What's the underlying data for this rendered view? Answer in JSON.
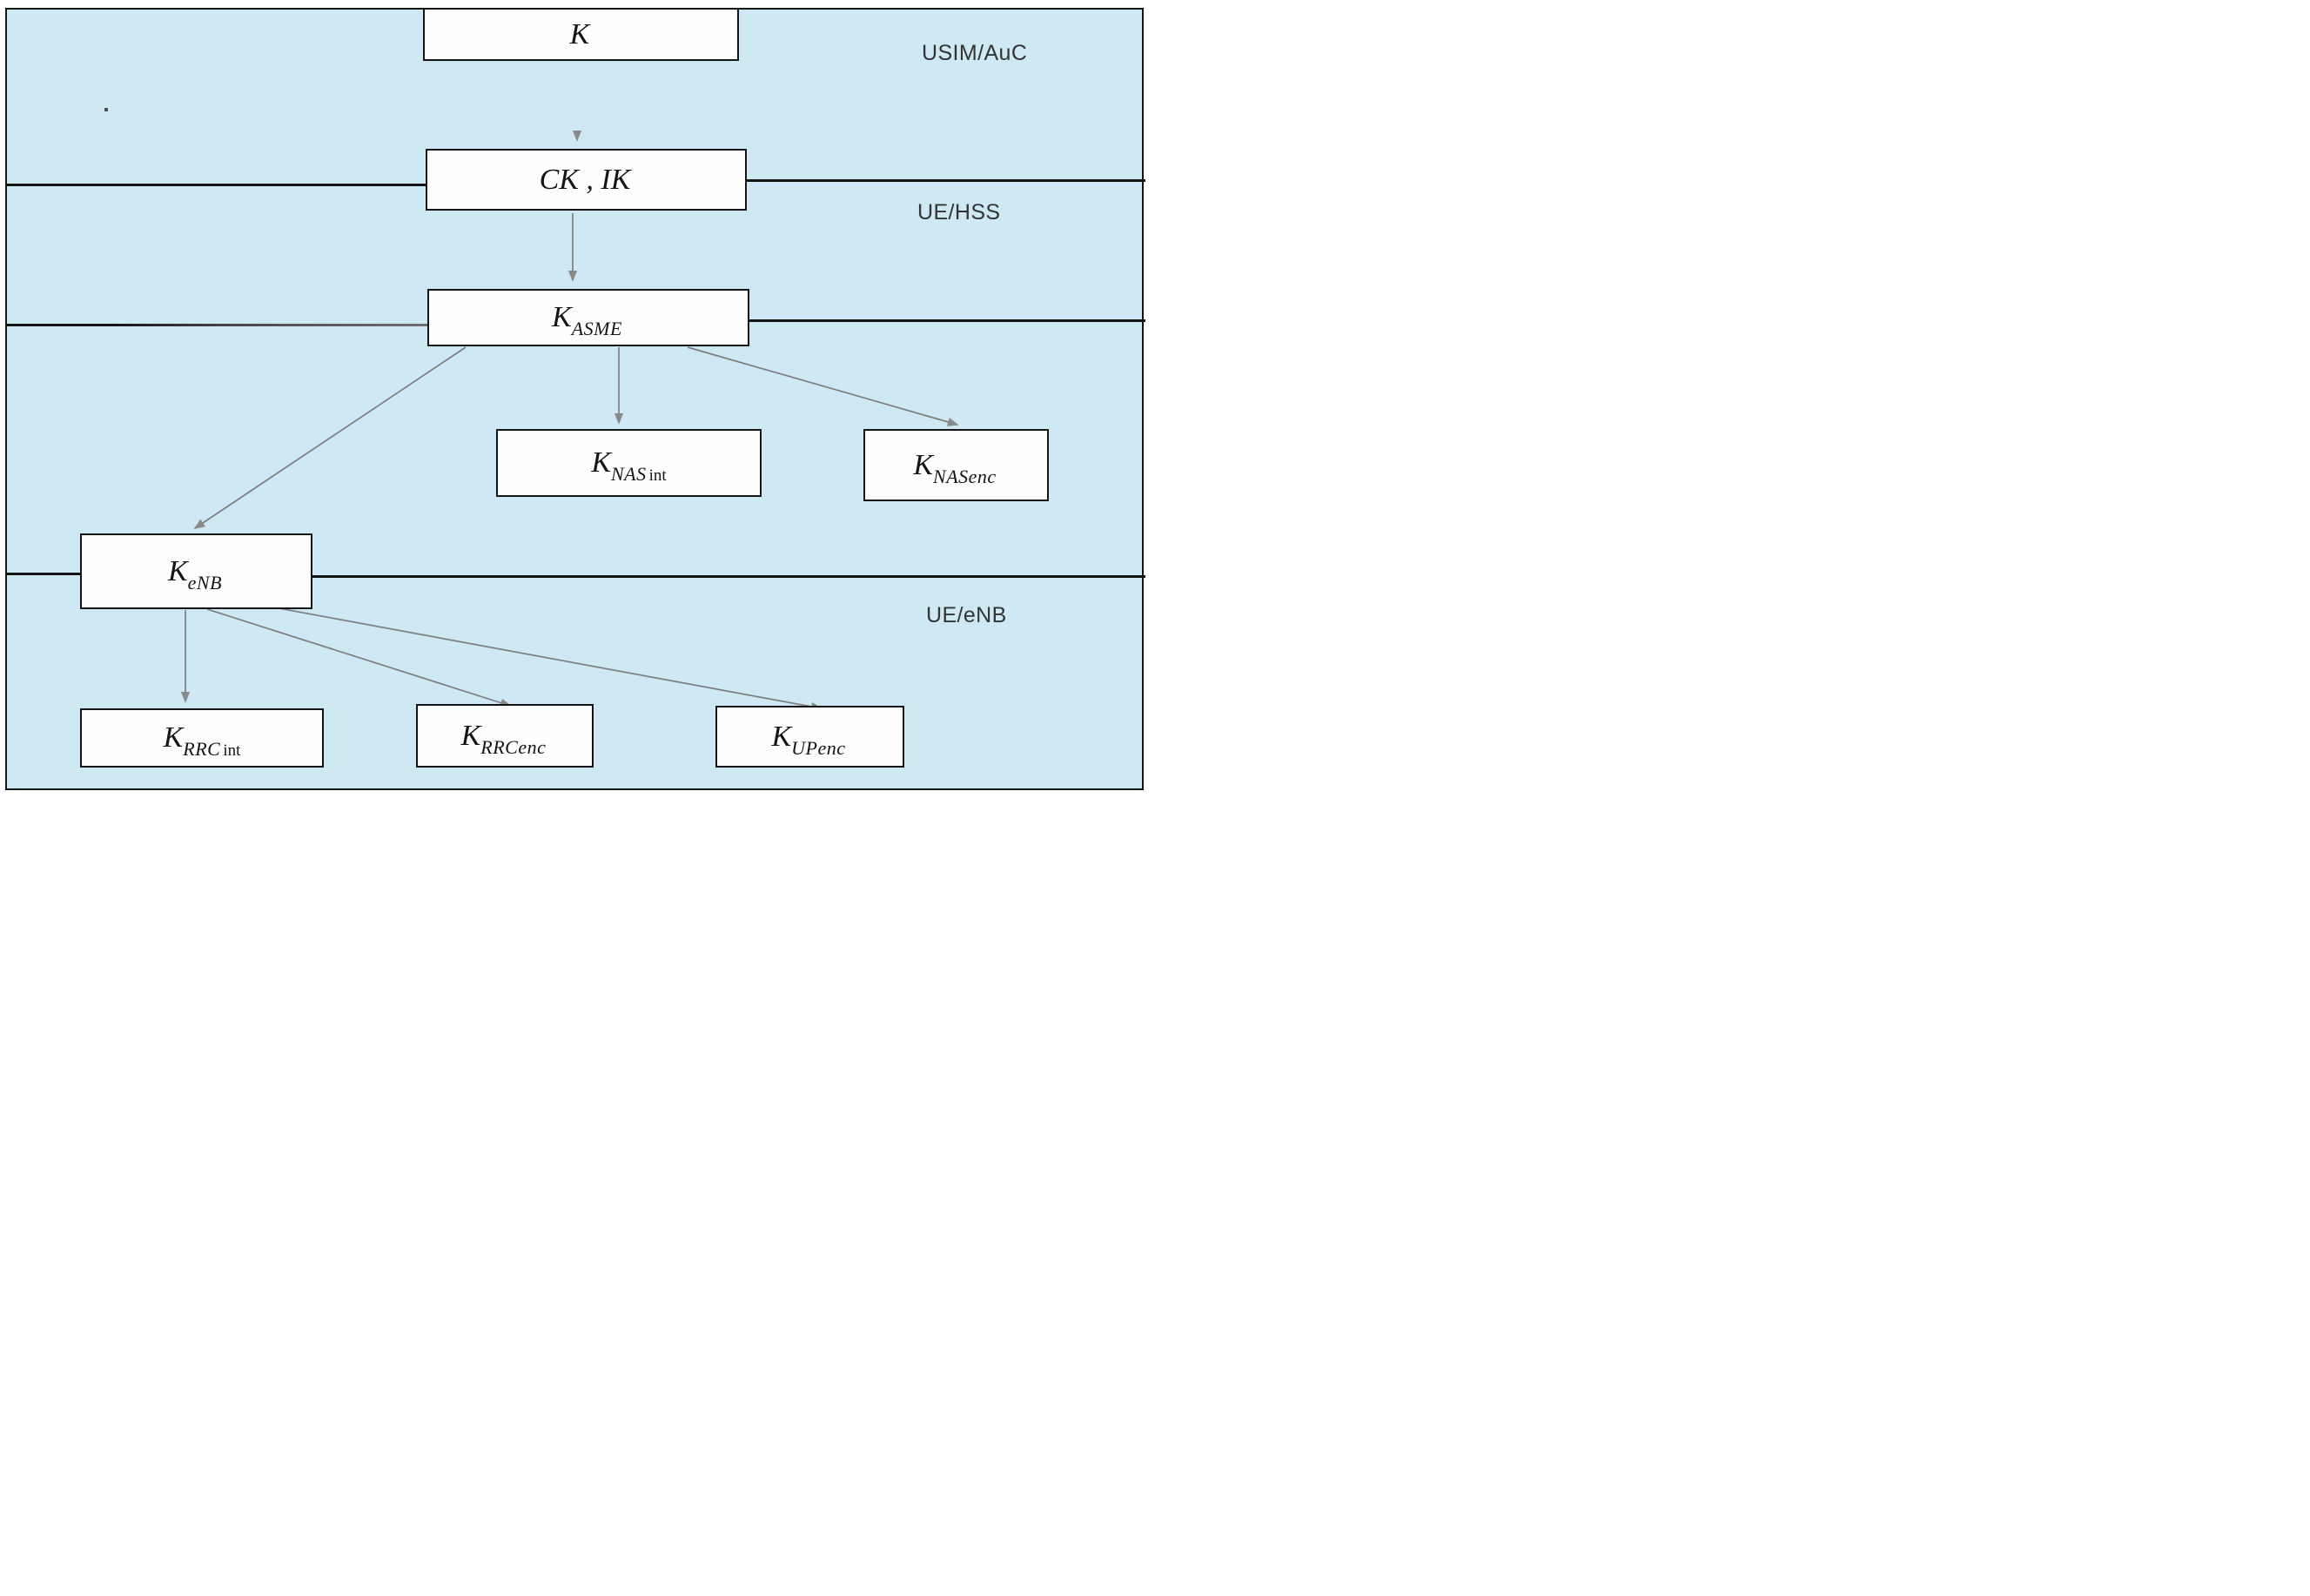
{
  "diagram": {
    "title_semantic": "EPS key hierarchy",
    "colors": {
      "background": "#cee9f4",
      "box_fill": "#fefefe",
      "border": "#141414",
      "arrow": "#7e7e7e",
      "section_text": "#343434"
    },
    "section_labels": [
      {
        "id": "usim-auc",
        "text": "USIM/AuC"
      },
      {
        "id": "ue-hss",
        "text": "UE/HSS"
      },
      {
        "id": "ue-enb",
        "text": "UE/eNB"
      }
    ],
    "nodes": {
      "k": {
        "main": "K",
        "sub": "",
        "sub2": ""
      },
      "ck_ik": {
        "main": "CK , IK",
        "sub": "",
        "sub2": ""
      },
      "k_asme": {
        "main": "K",
        "sub": "ASME",
        "sub2": ""
      },
      "k_nasint": {
        "main": "K",
        "sub": "NAS",
        "sub2": "int"
      },
      "k_nasenc": {
        "main": "K",
        "sub": "NASenc",
        "sub2": ""
      },
      "k_enb": {
        "main": "K",
        "sub": "eNB",
        "sub2": ""
      },
      "k_rrcint": {
        "main": "K",
        "sub": "RRC",
        "sub2": "int"
      },
      "k_rrcenc": {
        "main": "K",
        "sub": "RRCenc",
        "sub2": ""
      },
      "k_upenc": {
        "main": "K",
        "sub": "UPenc",
        "sub2": ""
      }
    },
    "edges": [
      {
        "from": "K",
        "to": "CK,IK"
      },
      {
        "from": "CK,IK",
        "to": "K_ASME"
      },
      {
        "from": "K_ASME",
        "to": "K_NASint"
      },
      {
        "from": "K_ASME",
        "to": "K_NASenc"
      },
      {
        "from": "K_ASME",
        "to": "K_eNB"
      },
      {
        "from": "K_eNB",
        "to": "K_RRCint"
      },
      {
        "from": "K_eNB",
        "to": "K_RRCenc"
      },
      {
        "from": "K_eNB",
        "to": "K_UPenc"
      }
    ]
  }
}
